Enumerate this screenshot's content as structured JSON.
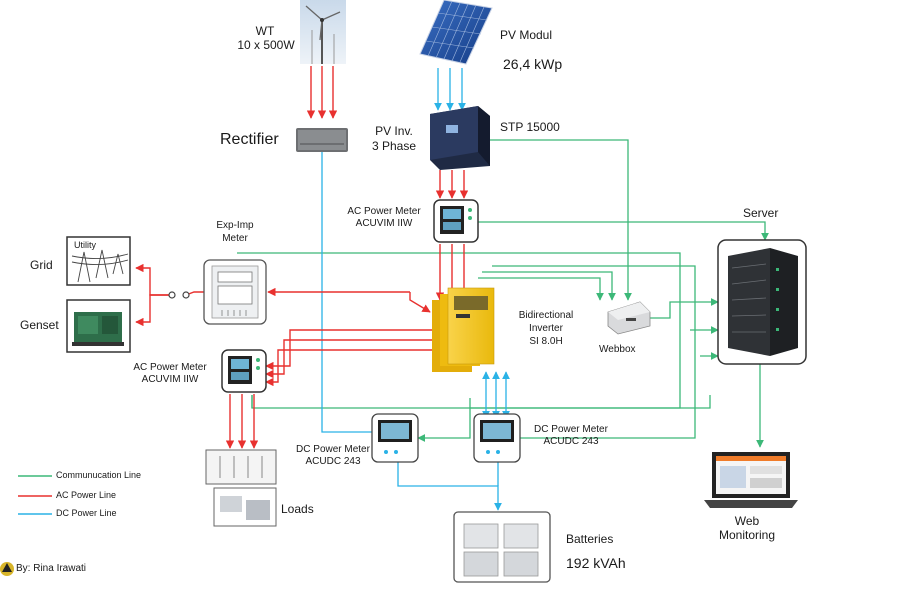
{
  "labels": {
    "wt_title": "WT",
    "wt_spec": "10 x 500W",
    "pv_module": "PV Modul",
    "pv_power": "26,4 kWp",
    "rectifier": "Rectifier",
    "pv_inv_line1": "PV Inv.",
    "pv_inv_line2": "3 Phase",
    "stp": "STP 15000",
    "ac_meter_top_line1": "AC Power Meter",
    "ac_meter_top_line2": "ACUVIM IIW",
    "server": "Server",
    "exp_imp_line1": "Exp-Imp",
    "exp_imp_line2": "Meter",
    "grid": "Grid",
    "utility": "Utility",
    "genset": "Genset",
    "bidir_line1": "Bidirectional",
    "bidir_line2": "Inverter",
    "bidir_line3": "SI 8.0H",
    "webbox": "Webbox",
    "ac_meter_left_line1": "AC Power Meter",
    "ac_meter_left_line2": "ACUVIM IIW",
    "dc_meter_left_line1": "DC Power Meter",
    "dc_meter_left_line2": "ACUDC 243",
    "dc_meter_right_line1": "DC Power Meter",
    "dc_meter_right_line2": "ACUDC 243",
    "loads": "Loads",
    "batteries": "Batteries",
    "battery_capacity": "192 kVAh",
    "web_monitoring_line1": "Web",
    "web_monitoring_line2": "Monitoring",
    "credit": "By: Rina Irawati"
  },
  "legend": [
    {
      "label": "Communucation Line",
      "color": "#3cb878"
    },
    {
      "label": "AC Power Line",
      "color": "#e8312f"
    },
    {
      "label": "DC Power Line",
      "color": "#2ab2e6"
    }
  ],
  "colors": {
    "communication": "#3cb878",
    "ac_power": "#e8312f",
    "dc_power": "#2ab2e6",
    "inverter": "#f5c518"
  },
  "icons": {
    "wind_turbine": "wind-turbine-icon",
    "pv_panel": "solar-panel-icon",
    "rectifier": "rectifier-icon",
    "pv_inverter": "pv-inverter-icon",
    "meter": "power-meter-icon",
    "server": "server-rack-icon",
    "grid": "utility-grid-icon",
    "genset": "generator-icon",
    "inverter": "bidirectional-inverter-icon",
    "webbox": "webbox-icon",
    "loads": "loads-icon",
    "batteries": "battery-bank-icon",
    "laptop": "laptop-icon",
    "logo": "author-logo-icon"
  }
}
